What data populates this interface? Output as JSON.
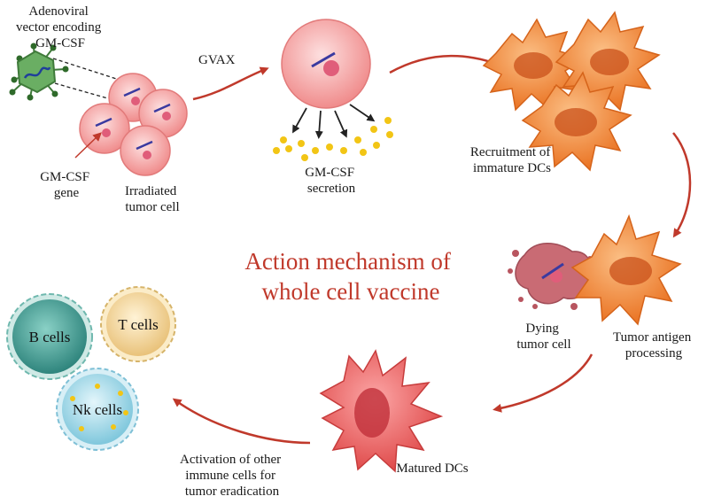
{
  "title": {
    "line1": "Action mechanism of",
    "line2": "whole cell vaccine"
  },
  "labels": {
    "vector": [
      "Adenoviral",
      "vector encoding",
      "GM-CSF"
    ],
    "gene": [
      "GM-CSF",
      "gene"
    ],
    "irradiated": [
      "Irradiated",
      "tumor cell"
    ],
    "gvax": "GVAX",
    "secretion": [
      "GM-CSF",
      "secretion"
    ],
    "recruitment": [
      "Recruitment of",
      "immature DCs"
    ],
    "dying": [
      "Dying",
      "tumor cell"
    ],
    "processing": [
      "Tumor antigen",
      "processing"
    ],
    "matured": "Matured DCs",
    "activation": [
      "Activation of other",
      "immune cells for",
      "tumor eradication"
    ]
  },
  "immune_cells": {
    "b": "B cells",
    "t": "T cells",
    "nk": "Nk cells"
  },
  "colors": {
    "arrow": "#c0392b",
    "title": "#c0392b",
    "tumor_cell": "#f6a5a5",
    "dc_orange": "#f28a3c",
    "matured_dc": "#ef6a6a",
    "b_cell": "#4aa39b",
    "t_cell": "#f3dcaa",
    "nk_cell": "#a9dbe8",
    "virus": "#5a9a55",
    "cytokine": "#f2c515"
  },
  "icons": [
    "adenovirus-icon",
    "tumor-cell-icon",
    "dendritic-cell-icon",
    "b-cell-icon",
    "t-cell-icon",
    "nk-cell-icon"
  ]
}
